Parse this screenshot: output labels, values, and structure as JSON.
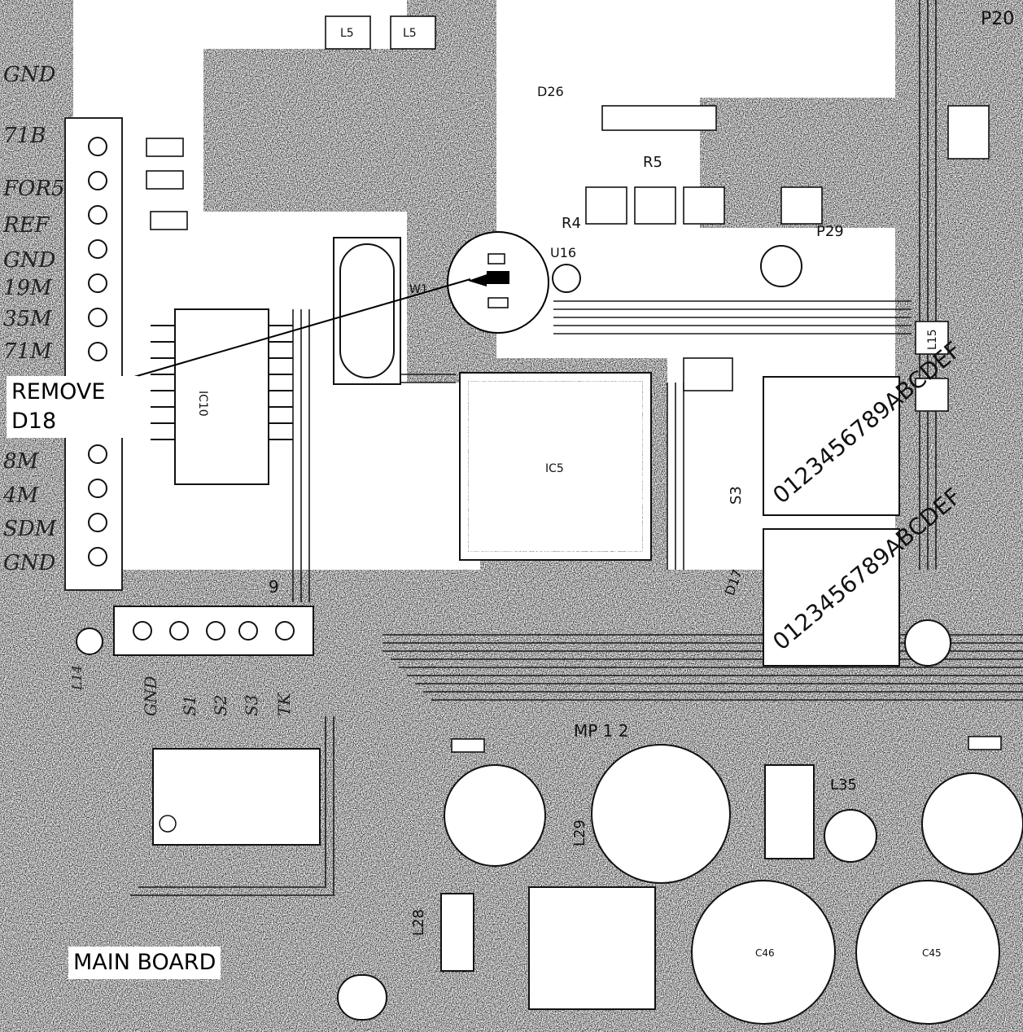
{
  "callout": {
    "remove_line1": "REMOVE",
    "remove_line2": "D18"
  },
  "board_label": "MAIN BOARD",
  "silkscreen": {
    "connector_left": [
      "GND",
      "71B",
      "FOR5",
      "REF",
      "GND",
      "19M",
      "35M",
      "71M",
      "8M",
      "4M",
      "SDM",
      "GND"
    ],
    "bottom_connector": [
      "GND",
      "S1",
      "S2",
      "S3",
      "TK"
    ],
    "mp": "MP 1 2",
    "l5a": "L5",
    "l5b": "L5",
    "l14": "L14",
    "l15": "L15",
    "l29": "L29",
    "l28": "L28",
    "l35": "L35",
    "p20": "P20",
    "p29": "P29",
    "r4": "R4",
    "r5": "R5",
    "u16": "U16",
    "w1": "W1",
    "ic5": "IC5",
    "ic10": "IC10",
    "d26": "D26",
    "d17": "D17",
    "s3": "S3",
    "c45": "C45",
    "c46": "C46",
    "num9": "9",
    "sw1_digits": "0123456789ABCDEF",
    "sw2_digits": "0123456789ABCDEF"
  },
  "colors": {
    "ink": "#000000",
    "paper": "#ffffff",
    "noise": "#7a7a7a"
  }
}
